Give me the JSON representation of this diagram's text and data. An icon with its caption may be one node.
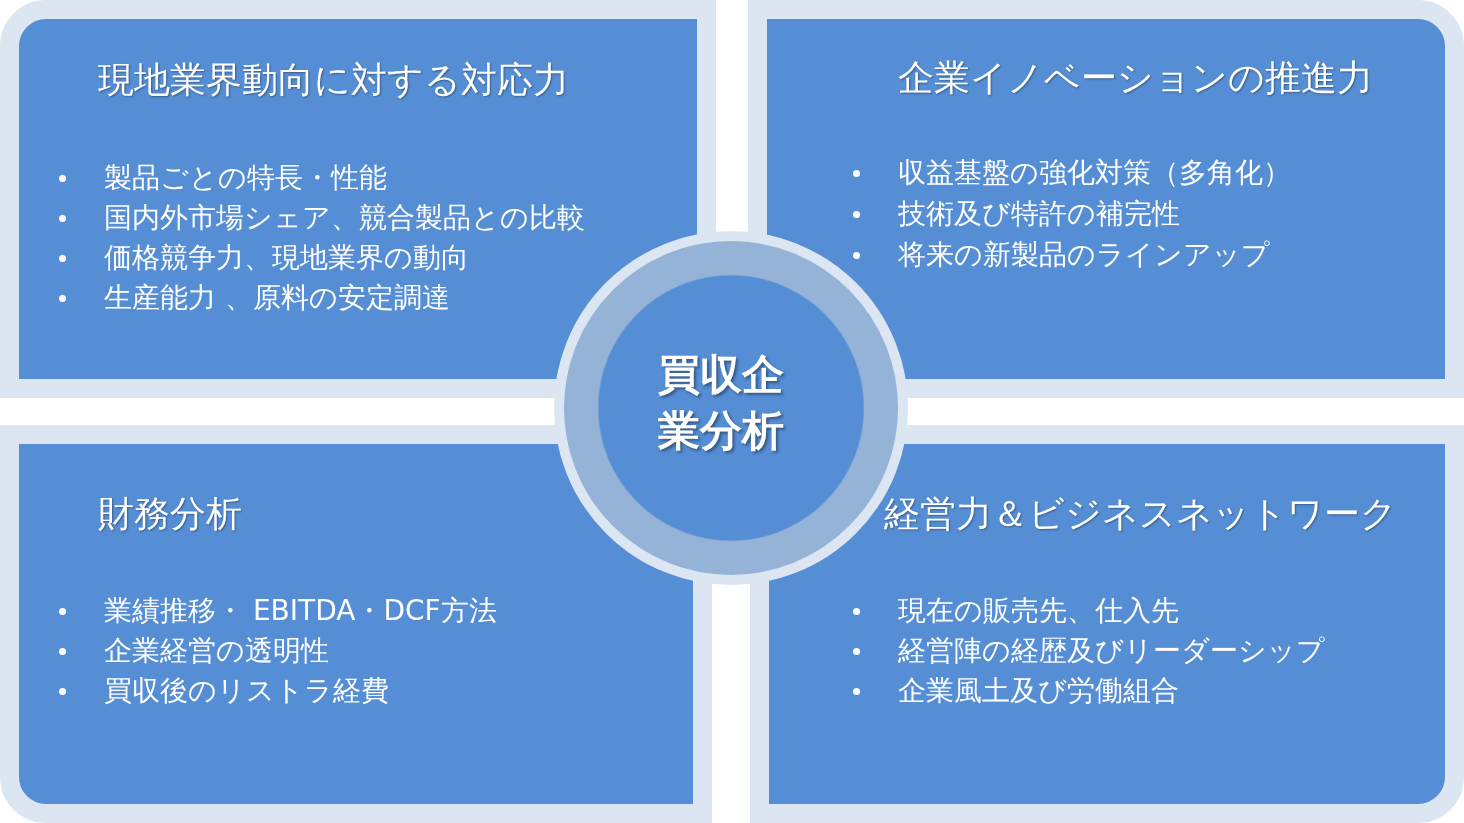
{
  "diagram": {
    "nodes": [
      {
        "text": [
          "現地業界動向に対する対応力",
          "製品ごとの特長・性能",
          "国内外市場シェア、競合製品との比較",
          "価格競争力、現地業界の動向",
          "生産能力 、原料の安定調達"
        ]
      },
      {
        "text": [
          "企業イノベーションの推進力",
          "収益基盤の強化対策（多角化）",
          "技術及び特許の補完性",
          "将来の新製品のラインアップ"
        ]
      },
      {
        "text": [
          "財務分析",
          "業績推移・ EBITDA・DCF方法",
          "企業経営の透明性",
          "買収後のリストラ経費"
        ]
      },
      {
        "text": [
          "経営力＆ビジネスネットワーク",
          "現在の販売先、仕入先",
          "経営陣の経歴及びリーダーシップ",
          "企業風土及び労働組合"
        ]
      },
      {
        "text": [
          "買収企業分析"
        ]
      }
    ]
  }
}
